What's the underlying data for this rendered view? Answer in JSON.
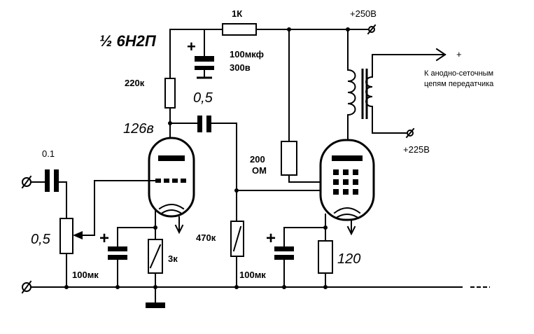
{
  "labels": {
    "tube": "½ 6Н2П",
    "r_1k": "1К",
    "v250": "+250В",
    "c_100mkf": "100мкф",
    "c_300v": "300в",
    "r_220k": "220к",
    "c_05_top": "0,5",
    "v126": "126в",
    "out_plus": "+",
    "out_text1": "К анодно-сеточным",
    "out_text2": "цепям передатчика",
    "v225": "+225В",
    "c_01": "0.1",
    "pot_05": "0,5",
    "r_200": "200",
    "r_200_unit": "ОМ",
    "r_470k": "470к",
    "r_3k": "3к",
    "r_120": "120",
    "c_100mk_1": "100мк",
    "c_100mk_2": "100мк"
  }
}
